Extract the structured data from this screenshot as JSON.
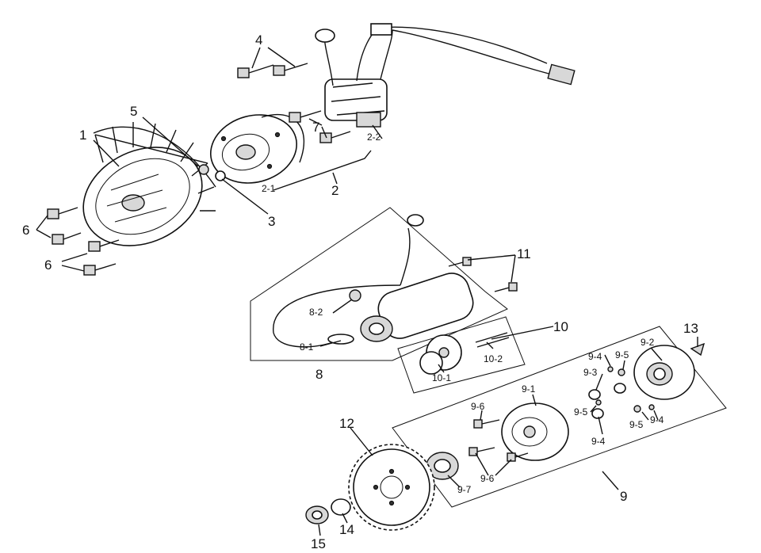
{
  "callouts": {
    "c1": "1",
    "c2": "2",
    "c2_1": "2-1",
    "c2_2": "2-2",
    "c3": "3",
    "c4": "4",
    "c5": "5",
    "c6a": "6",
    "c6b": "6",
    "c7": "7",
    "c8": "8",
    "c8_1": "8-1",
    "c8_2": "8-2",
    "c9": "9",
    "c9_1": "9-1",
    "c9_2": "9-2",
    "c9_3": "9-3",
    "c9_4a": "9-4",
    "c9_4b": "9-4",
    "c9_4c": "9-4",
    "c9_5a": "9-5",
    "c9_5b": "9-5",
    "c9_5c": "9-5",
    "c9_6a": "9-6",
    "c9_6b": "9-6",
    "c9_7": "9-7",
    "c10": "10",
    "c10_1": "10-1",
    "c10_2": "10-2",
    "c11": "11",
    "c12": "12",
    "c13": "13",
    "c14": "14",
    "c15": "15"
  }
}
